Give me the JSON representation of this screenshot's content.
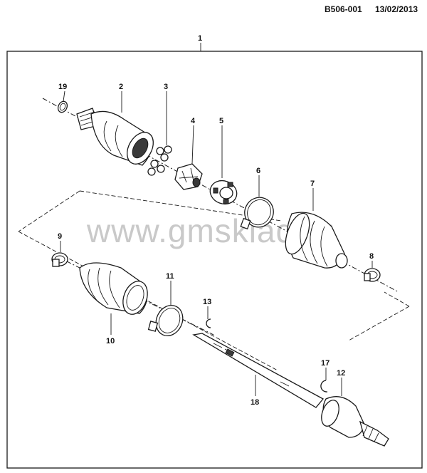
{
  "header": {
    "code": "B506-001",
    "date": "13/02/2013"
  },
  "watermark": "www.gmsklad.ru",
  "callouts": [
    {
      "id": "1",
      "label": "1"
    },
    {
      "id": "2",
      "label": "2"
    },
    {
      "id": "3",
      "label": "3"
    },
    {
      "id": "4",
      "label": "4"
    },
    {
      "id": "5",
      "label": "5"
    },
    {
      "id": "6",
      "label": "6"
    },
    {
      "id": "7",
      "label": "7"
    },
    {
      "id": "8",
      "label": "8"
    },
    {
      "id": "9",
      "label": "9"
    },
    {
      "id": "10",
      "label": "10"
    },
    {
      "id": "11",
      "label": "11"
    },
    {
      "id": "12",
      "label": "12"
    },
    {
      "id": "13",
      "label": "13"
    },
    {
      "id": "17",
      "label": "17"
    },
    {
      "id": "18",
      "label": "18"
    },
    {
      "id": "19",
      "label": "19"
    }
  ]
}
